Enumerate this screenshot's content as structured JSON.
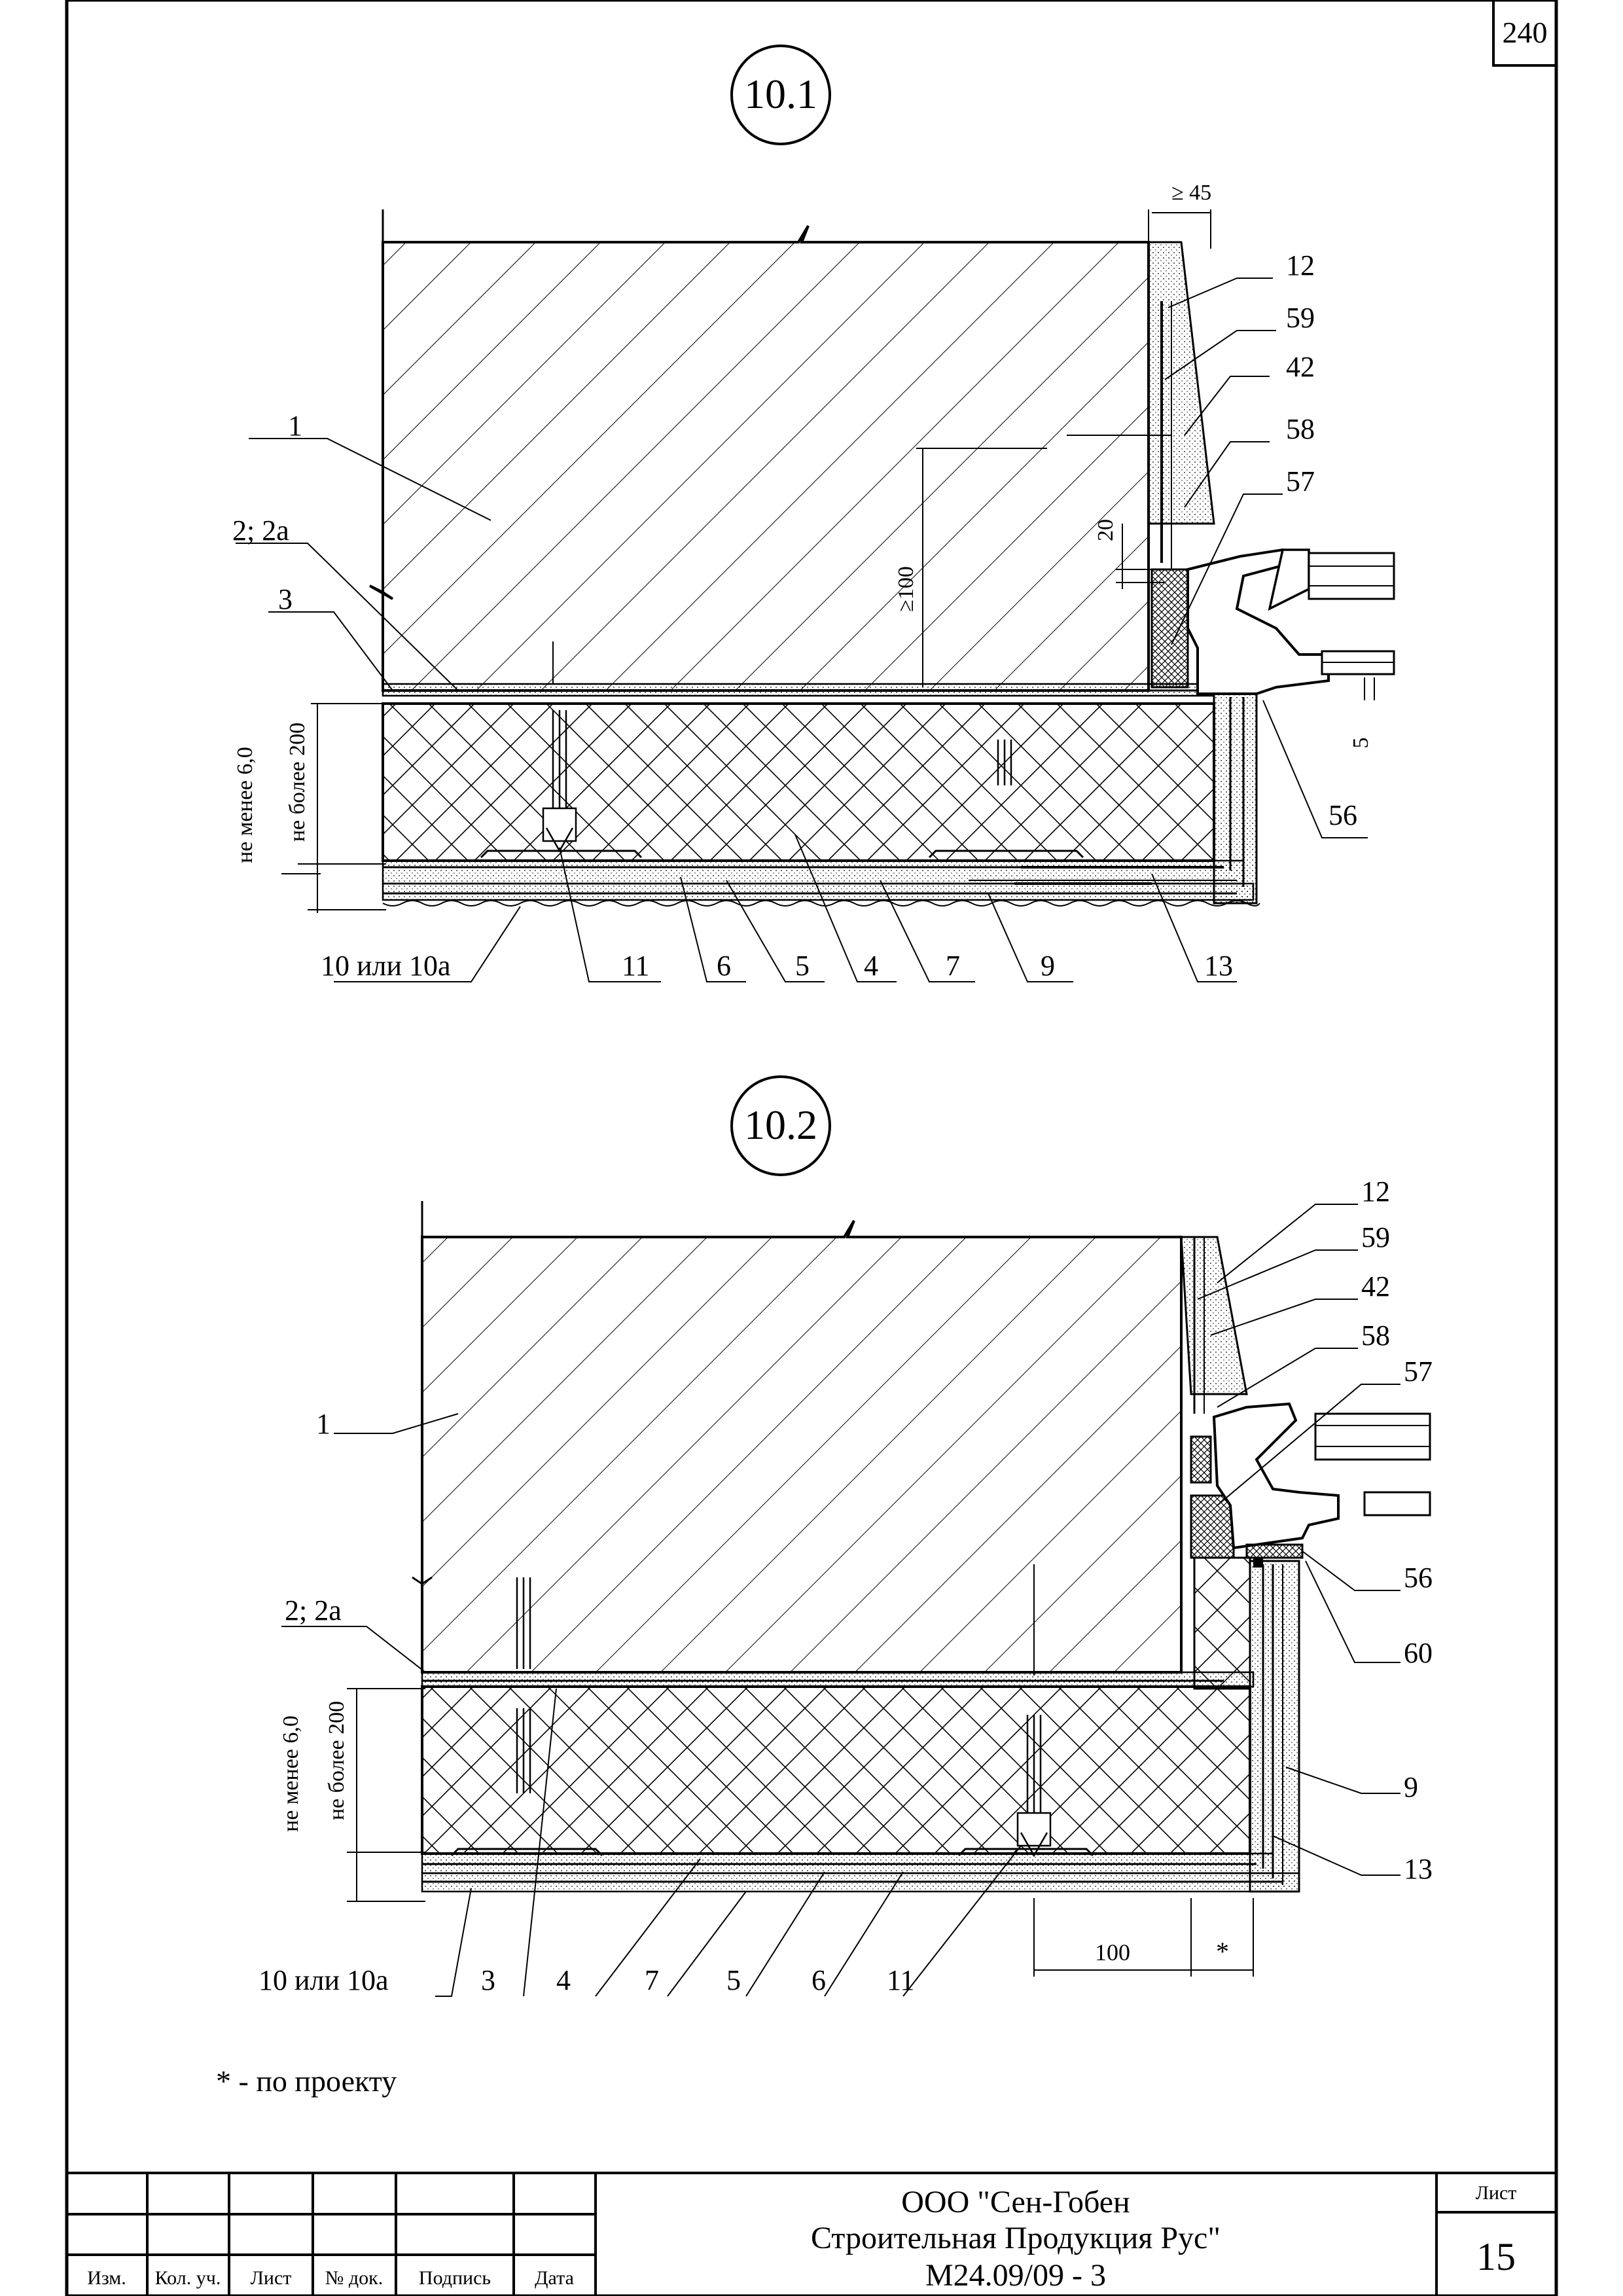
{
  "page_number": "240",
  "footnote": "* - по проекту",
  "detail_1": {
    "title": "10.1",
    "labels": {
      "l1": "1",
      "l2": "2; 2a",
      "l3": "3",
      "l12": "12",
      "l59": "59",
      "l42": "42",
      "l58": "58",
      "l57": "57",
      "l56": "56",
      "l10": "10 или 10а",
      "l11": "11",
      "l6": "6",
      "l5": "5",
      "l4": "4",
      "l7": "7",
      "l9": "9",
      "l13": "13"
    },
    "dims": {
      "d45": "≥ 45",
      "d20": "20",
      "d100": "≥100",
      "d5": "5",
      "min6": "не менее 6,0",
      "max200": "не более 200"
    }
  },
  "detail_2": {
    "title": "10.2",
    "labels": {
      "l1": "1",
      "l2": "2; 2a",
      "l12": "12",
      "l59": "59",
      "l42": "42",
      "l58": "58",
      "l57": "57",
      "l56": "56",
      "l60": "60",
      "l9": "9",
      "l13": "13",
      "l10": "10 или 10а",
      "l3": "3",
      "l4": "4",
      "l7": "7",
      "l5": "5",
      "l6": "6",
      "l11": "11"
    },
    "dims": {
      "d100": "100",
      "dstar": "*",
      "min6": "не менее 6,0",
      "max200": "не более 200"
    }
  },
  "title_block": {
    "company_line1": "ООО \"Сен-Гобен",
    "company_line2": "Строительная Продукция Рус\"",
    "doc_code": "М24.09/09 - 3",
    "sheet_label": "Лист",
    "sheet_number": "15",
    "col_izm": "Изм.",
    "col_kol": "Кол. уч.",
    "col_list": "Лист",
    "col_ndok": "№ док.",
    "col_podpis": "Подпись",
    "col_data": "Дата"
  }
}
